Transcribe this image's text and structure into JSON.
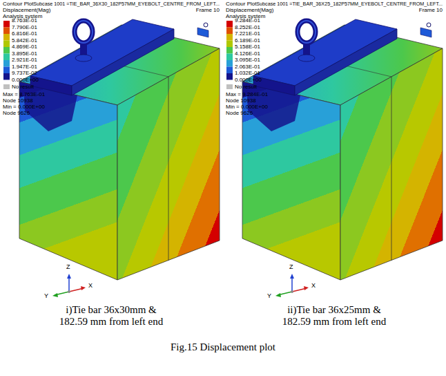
{
  "diagram": {
    "caption": "Fig.15 Displacement plot",
    "labels": [
      "Contour Plot",
      "Subcase 1001 =TIE_BAR_36X30_182P57MM_EYEBOLT_CENTRE_FROM_LEFT...",
      "Frame 10",
      "Displacement(Mag)",
      "Analysis system",
      "8.763E-01",
      "7.790E-01",
      "6.816E-01",
      "5.842E-01",
      "4.869E-01",
      "3.895E-01",
      "2.921E-01",
      "1.947E-01",
      "9.737E-02",
      "0.000E+00",
      "Max = 8.763E-01",
      "Node 10938",
      "Min = 0.000E+00",
      "Node 9626",
      "Z",
      "Y",
      "X",
      "i)Tie bar 36x30mm & 182.59 mm from left end",
      "Contour Plot",
      "Subcase 1001 =TIE_BAR_36X25_182P57MM_EYEBOLT_CENTRE_FROM_LEFT...",
      "Frame 10",
      "Displacement(Mag)",
      "Analysis system",
      "9.284E-01",
      "8.252E-01",
      "7.221E-01",
      "6.189E-01",
      "5.158E-01",
      "4.126E-01",
      "3.095E-01",
      "2.063E-01",
      "1.032E-01",
      "0.000E+00",
      "Max = 9.284E-01",
      "Node 10938",
      "Min = 0.000E+00",
      "Node 9626",
      "Z",
      "Y",
      "X",
      "ii)Tie bar 36x25mm & 182.59 mm from left end"
    ],
    "legend": [
      {
        "text": "No result",
        "color": "#c0c0c0"
      },
      {
        "text": "No result",
        "color": "#c0c0c0"
      }
    ]
  }
}
